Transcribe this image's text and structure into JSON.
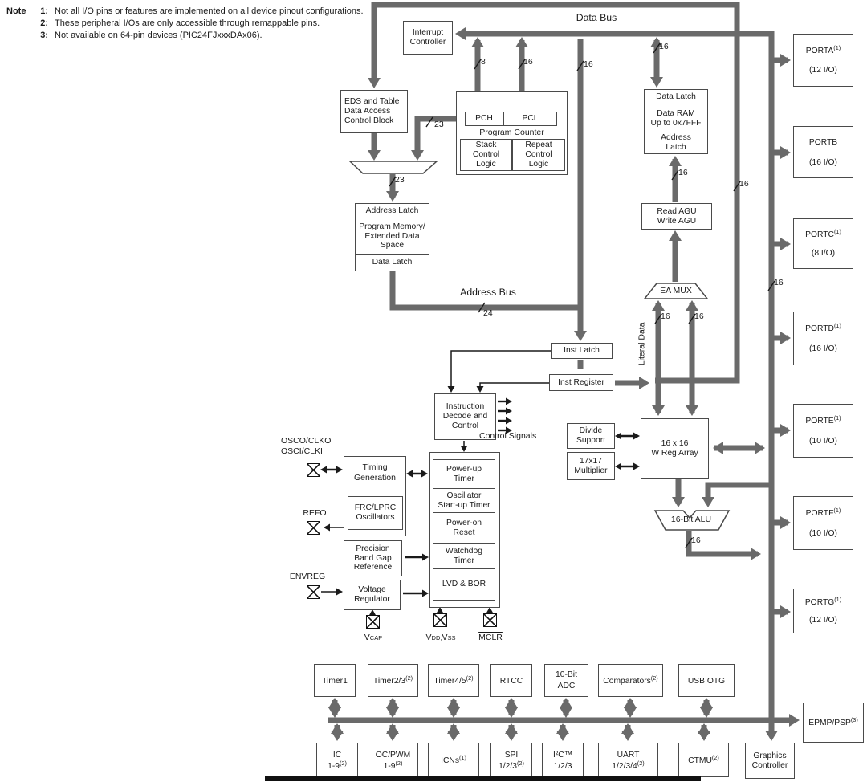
{
  "notes": {
    "label": "Note",
    "items": [
      {
        "n": "1:",
        "t": "Not all I/O pins or features are implemented on all device pinout configurations."
      },
      {
        "n": "2:",
        "t": "These peripheral I/Os are only accessible through remappable pins."
      },
      {
        "n": "3:",
        "t": "Not available on 64-pin devices (PIC24FJxxxDAx06)."
      }
    ]
  },
  "labels": {
    "data_bus": "Data Bus",
    "address_bus": "Address Bus",
    "control_signals": "Control Signals",
    "literal_data": "Literal Data"
  },
  "widths": {
    "w8": "8",
    "w16": "16",
    "w23": "23",
    "w24": "24"
  },
  "blocks": {
    "interrupt": "Interrupt\nController",
    "eds": "EDS and Table\nData Access\nControl Block",
    "pch": "PCH",
    "pcl": "PCL",
    "program_counter": "Program Counter",
    "stack": "Stack\nControl\nLogic",
    "repeat": "Repeat\nControl\nLogic",
    "address_latch": "Address Latch",
    "program_memory": "Program Memory/\nExtended Data\nSpace",
    "data_latch": "Data Latch",
    "ram_data_latch": "Data Latch",
    "data_ram": "Data RAM\nUp to 0x7FFF",
    "ram_address_latch": "Address\nLatch",
    "read_agu": "Read AGU\nWrite AGU",
    "ea_mux": "EA MUX",
    "inst_latch": "Inst Latch",
    "inst_register": "Inst Register",
    "decode": "Instruction\nDecode and\nControl",
    "divide": "Divide\nSupport",
    "multiplier": "17x17\nMultiplier",
    "wreg": "16 x 16\nW Reg Array",
    "alu": "16-Bit ALU",
    "timing": "Timing\nGeneration",
    "frc": "FRC/LPRC\nOscillators",
    "bandgap": "Precision\nBand Gap\nReference",
    "vreg": "Voltage\nRegulator",
    "powerup": "Power-up\nTimer",
    "osctimer": "Oscillator\nStart-up Timer",
    "por": "Power-on\nReset",
    "wdt": "Watchdog\nTimer",
    "lvd": "LVD & BOR",
    "graphics": "Graphics\nController"
  },
  "pins": {
    "osc": "OSCO/CLKO\nOSCI/CLKI",
    "refo": "REFO",
    "envreg": "ENVREG",
    "vcap": {
      "base": "V",
      "sub": "CAP"
    },
    "vdd": {
      "p0": "V",
      "p1": "DD,",
      "p2": "V",
      "p3": "SS"
    },
    "mclr": "MCLR"
  },
  "ports": [
    {
      "name": "PORTA",
      "sup": "(1)",
      "io": "(12 I/O)"
    },
    {
      "name": "PORTB",
      "sup": "",
      "io": "(16 I/O)"
    },
    {
      "name": "PORTC",
      "sup": "(1)",
      "io": "(8 I/O)"
    },
    {
      "name": "PORTD",
      "sup": "(1)",
      "io": "(16 I/O)"
    },
    {
      "name": "PORTE",
      "sup": "(1)",
      "io": "(10 I/O)"
    },
    {
      "name": "PORTF",
      "sup": "(1)",
      "io": "(10 I/O)"
    },
    {
      "name": "PORTG",
      "sup": "(1)",
      "io": "(12 I/O)"
    }
  ],
  "epmp": {
    "name": "EPMP/PSP",
    "sup": "(3)"
  },
  "top_peripherals": [
    {
      "l1": "Timer1",
      "sup": ""
    },
    {
      "l1": "Timer2/3",
      "sup": "(2)"
    },
    {
      "l1": "Timer4/5",
      "sup": "(2)"
    },
    {
      "l1": "RTCC",
      "sup": ""
    },
    {
      "l1": "10-Bit\nADC",
      "sup": ""
    },
    {
      "l1": "Comparators",
      "sup": "(2)"
    },
    {
      "l1": "USB OTG",
      "sup": ""
    }
  ],
  "bottom_peripherals": [
    {
      "l1": "IC",
      "sup1": "",
      "l2": "1-9",
      "sup2": "(2)"
    },
    {
      "l1": "OC/PWM",
      "sup1": "",
      "l2": "1-9",
      "sup2": "(2)"
    },
    {
      "l1": "ICNs",
      "sup1": "(1)",
      "l2": "",
      "sup2": ""
    },
    {
      "l1": "SPI",
      "sup1": "",
      "l2": "1/2/3",
      "sup2": "(2)"
    },
    {
      "l1": "I²C™",
      "sup1": "",
      "l2": "1/2/3",
      "sup2": ""
    },
    {
      "l1": "UART",
      "sup1": "",
      "l2": "1/2/3/4",
      "sup2": "(2)"
    },
    {
      "l1": "CTMU",
      "sup1": "(2)",
      "l2": "",
      "sup2": ""
    }
  ],
  "colors": {
    "bus": "#6a6a6a",
    "border": "#4a4a4a",
    "text": "#1a1a1a"
  }
}
